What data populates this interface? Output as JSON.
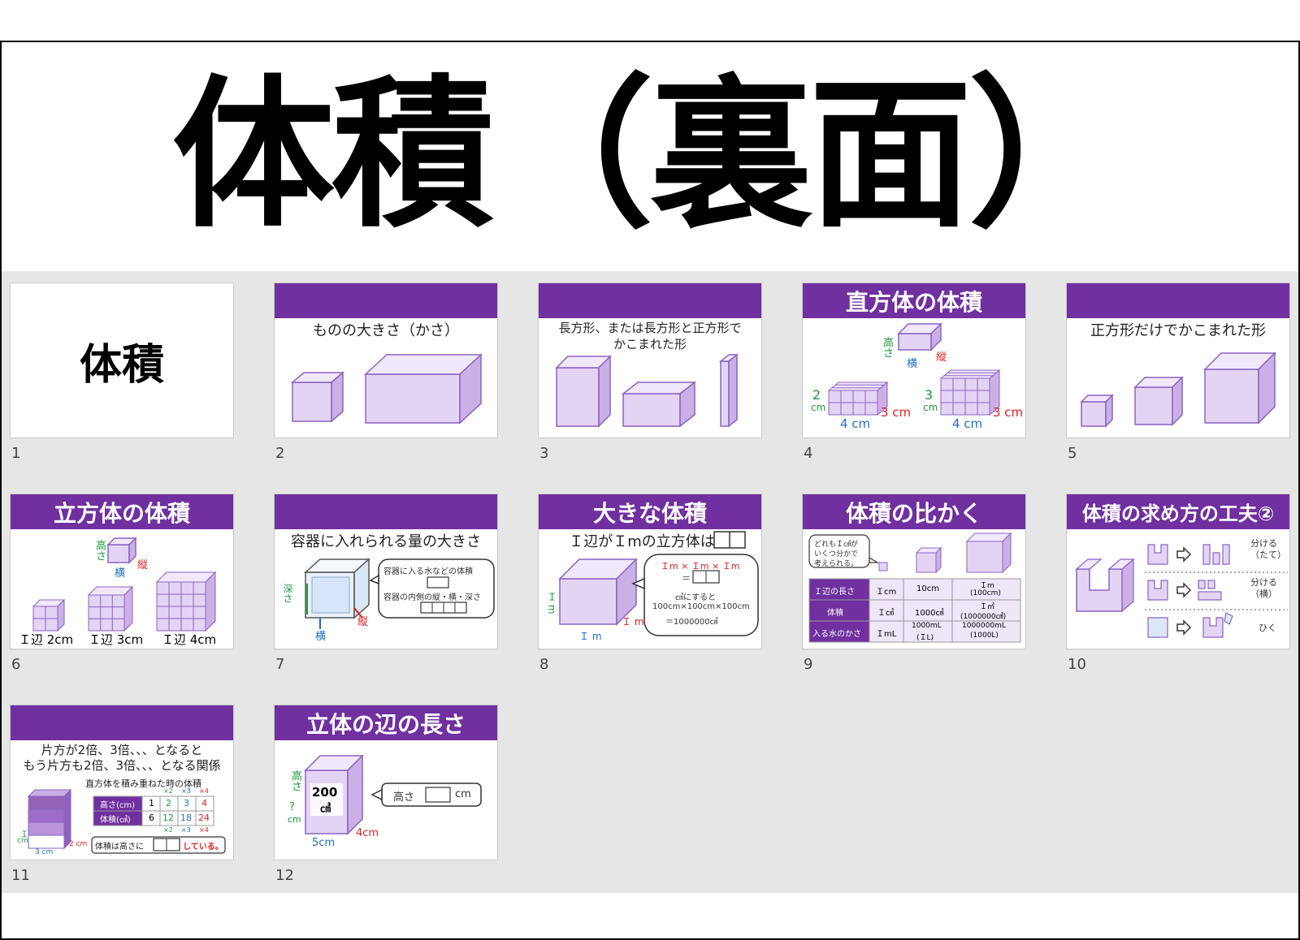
{
  "page_title": "体積（裏面）",
  "slides": [
    {
      "number": "1",
      "title": "体積"
    },
    {
      "number": "2",
      "title": "",
      "subtitle": "ものの大きさ（かさ）"
    },
    {
      "number": "3",
      "title": "",
      "subtitle_line1": "長方形、または長方形と正方形で",
      "subtitle_line2": "かこまれた形"
    },
    {
      "number": "4",
      "title": "直方体の体積",
      "labels": {
        "height": "高さ",
        "width": "横",
        "depth": "縦",
        "a_h": "2",
        "a_hu": "cm",
        "a_w": "4 cm",
        "a_d": "3 cm",
        "b_h": "3",
        "b_hu": "cm",
        "b_w": "4 cm",
        "b_d": "3 cm"
      }
    },
    {
      "number": "5",
      "title": "",
      "subtitle": "正方形だけでかこまれた形"
    },
    {
      "number": "6",
      "title": "立方体の体積",
      "labels": {
        "height": "高さ",
        "width": "横",
        "depth": "縦",
        "c1": "Ｉ辺 2cm",
        "c2": "Ｉ辺 3cm",
        "c3": "Ｉ辺 4cm"
      }
    },
    {
      "number": "7",
      "title": "",
      "subtitle": "容器に入れられる量の大きさ",
      "labels": {
        "depth_side": "深さ",
        "width": "横",
        "length": "縦",
        "bubble1": "容器に入る水などの体積",
        "bubble2": "容器の内側の縦・横・深さ"
      }
    },
    {
      "number": "8",
      "title": "大きな体積",
      "subtitle": "Ｉ辺がＩmの立方体は",
      "labels": {
        "side_v": "Ｉ m",
        "side_d": "Ｉ m",
        "side_w": "Ｉ m",
        "b1": "Ｉm × Ｉm × Ｉm",
        "b2": "＝",
        "b3": "㎤にすると",
        "b4": "100cm×100cm×100cm",
        "b5": "＝1000000㎤"
      }
    },
    {
      "number": "9",
      "title": "体積の比かく",
      "bubble": [
        "どれもＩ㎤が",
        "いくつ分かで",
        "考えられる。"
      ],
      "table": {
        "rows": [
          [
            "Ｉ辺の長さ",
            "Ｉcm",
            "10cm",
            "Ｉm",
            "(100cm)"
          ],
          [
            "体積",
            "Ｉ㎤",
            "1000㎤",
            "Ｉ㎥",
            "(1000000㎤)"
          ],
          [
            "入る水のかさ",
            "ＩmL",
            "1000mL",
            "(ＩL)",
            "1000000mL",
            "(1000L)"
          ]
        ]
      }
    },
    {
      "number": "10",
      "title": "体積の求め方の工夫②",
      "labels": {
        "r1": "分ける",
        "r1b": "（たて）",
        "r2": "分ける",
        "r2b": "（横）",
        "r3": "ひく"
      }
    },
    {
      "number": "11",
      "title": "",
      "subtitle_line1": "片方が2倍、3倍、、、となると",
      "subtitle_line2": "もう片方も2倍、3倍、、、となる関係",
      "caption": "直方体を積み重ねた時の体積",
      "table": {
        "row1_head": "高さ(cm)",
        "row1": [
          "1",
          "2",
          "3",
          "4"
        ],
        "row2_head": "体積(㎤)",
        "row2": [
          "6",
          "12",
          "18",
          "24"
        ],
        "mult": [
          "×2",
          "×3",
          "×4"
        ]
      },
      "labels": {
        "h": "Ｉ",
        "hu": "cm",
        "w": "3 cm",
        "d": "2 cm",
        "bottom_text": "体積は高さに",
        "bottom_bold": "している。"
      }
    },
    {
      "number": "12",
      "title": "立体の辺の長さ",
      "labels": {
        "volume": "200",
        "volume_unit": "㎤",
        "height_v": "高さ",
        "q": "?",
        "cm": "cm",
        "w": "5cm",
        "d": "4cm",
        "bubble_pre": "高さ",
        "bubble_post": "cm"
      }
    }
  ],
  "colors": {
    "band": "#7030a0",
    "cube_fill": "#e4d4f4",
    "cube_top": "#f1e8fb",
    "cube_side": "#cbb0e6",
    "cube_edge": "#8a63c4",
    "red": "#e02020",
    "blue": "#1f6fc4",
    "green": "#1a9a3a"
  }
}
